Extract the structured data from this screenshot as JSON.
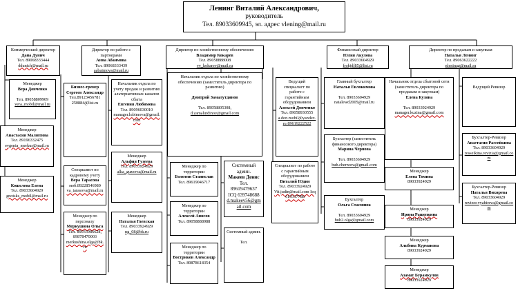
{
  "ceo": {
    "name": "Ленинг Виталий Александрович,",
    "role": "руководитель",
    "contact": "Тел. 89033609945, эл. адрес vlening@mail.ru"
  },
  "directors": [
    {
      "title": "Коммерческий директор",
      "name": "Дана Дунич",
      "phone": "Тел. 89068333444",
      "email": "ddunich@mail.ru"
    },
    {
      "title": "Директор по работе с партнерами",
      "name": "Анна Абаимова",
      "phone": "Тел. 89068333439",
      "email": "aabaimova@mail.ru"
    },
    {
      "title": "Директор по хозяйственному обеспечению",
      "name": "Владимир Кокарев",
      "phone": "Тел. 89058888008",
      "email": "vv_kokarev@mail.ru"
    },
    {
      "title": "Финансовый директор",
      "name": "Юлия Акулова",
      "phone": "Тел. 89033604929",
      "email": "frokjdf85@list.ru"
    },
    {
      "title": "Директор по продажам и закупкам",
      "name": "Наталья Ленинг",
      "phone": "Тел. 89063622222",
      "email": "nleninag@mail.ru"
    }
  ],
  "staff": {
    "c1a": {
      "title": "Менеджер",
      "name": "Вера Донченко",
      "phone": "Тел. 89058809909",
      "email": "vera_mobil@mail.ru"
    },
    "c1b": {
      "title": "Менеджер",
      "name": "Анастасия Малютина",
      "phone": "Тел. 89196332475",
      "email": "evgenia_merkur@mail.ru"
    },
    "c1c": {
      "title": "Менеджер",
      "name": "Кошелева Елена",
      "phone": "Тел. 89033604929",
      "email": "gnotsks_mobil@mail.ru"
    },
    "c2a": {
      "title": "Бизнес-тренер",
      "name": "Сергеев Александр",
      "phone": "Тел.89123456781",
      "email": "250884@list.ru"
    },
    "c2b": {
      "title": "Специалист по кадровому учету",
      "name": "Вера Тарасова",
      "phone": "моб.89228546980",
      "email": "va_tarasova@mail.ru"
    },
    "c2c": {
      "title": "Менеджер по персоналу",
      "name": "Меркушина Ольга",
      "phone": "Тел. 89033986628, 89878470003",
      "email": "merkushina.olga@bk.ru"
    },
    "c2d": {
      "title": "Начальник отдела по учету продаж и развитию альтернативных каналов сбыта",
      "name": "Евгения Любимова",
      "phone": "Тел. 89096030010",
      "email": "manager.lubimova@gmail.com"
    },
    "c2e": {
      "title": "Менеджер",
      "name": "Альфия Гузеева",
      "phone": "Тел. 89033924929",
      "email": "alka_guzeeva@mail.ru"
    },
    "c2f": {
      "title": "Менеджер",
      "name": "Наталья Гаевская",
      "phone": "Тел. 89033924929",
      "email": "ng_08@bk.ru"
    },
    "c3a": {
      "title": "Начальник отдела по хозяйственному обеспечению (заместитель директора по развитию)",
      "name": "Дмитрий Замалутдинов",
      "phone": "Тел. 89058805308,",
      "email": "d.zamalutdinov@gmail.com"
    },
    "c3b": {
      "title": "Менеджер по территории",
      "name": "Болотин Станислав",
      "phone": "Тел. 89619046717",
      "email": ""
    },
    "c3c": {
      "title": "Менеджер по территории",
      "name": "Алексей Анисов",
      "phone": "Тел. 89058888988",
      "email": ""
    },
    "c3d": {
      "title": "Менеджер по территории",
      "name": "Востриков Александр",
      "phone": "Тел. 89878618354",
      "email": ""
    },
    "c3e": {
      "title": "Системный админ.",
      "name": "Макеев Денис",
      "phone": "Тел. 89619479637 ICQ 639748688",
      "email": "d.makeev56@gmail.com"
    },
    "c3f": {
      "title": "Системный админ.",
      "name": "",
      "phone": "Тел.",
      "email": ""
    },
    "c4a": {
      "title": "Ведущий специалист по работе с гарантийным оборудованием",
      "name": "Алексей Донченко",
      "phone": "Тел. 89058930555",
      "email": "a.don.mobil@yandex.ru 89619222522"
    },
    "c4b": {
      "title": "Специалист по работе с гарантийным оборудованием",
      "name": "Виталий Юдин",
      "phone": "Тел. 89033924929",
      "email": "Vit.judin@mail.com Icq 619317788"
    },
    "c4c": {
      "title": "Главный бухгалтер",
      "name": "Наталья Евлокимова",
      "phone": "Тел. 89033604929",
      "email": "natalewd2005@mail.ru"
    },
    "c4d": {
      "title": "Бухгалтер (заместитель финансового директора)",
      "name": "Марина Чернова",
      "phone": "Тел. 89033604929",
      "email": "buh.chernova@gmail.com"
    },
    "c4e": {
      "title": "Бухгалтер",
      "name": "Ольга Стасинюк",
      "phone": "Тел. 89033604929",
      "email": "buh2.olga@gmail.com"
    },
    "c5a": {
      "title": "Начальник отдела сбытовой сети (заместитель директора по продажам и закупкам)",
      "name": "Елена Кузина",
      "phone": "Тел. 89033924929",
      "email": "manager.kuzina@gmail.com"
    },
    "c5b": {
      "title": "Менеджер",
      "name": "Елена Томина",
      "phone": "89033924929",
      "email": ""
    },
    "c5c": {
      "title": "Менеджер",
      "name": "Ирина Ращепкина",
      "phone": "89033924929",
      "email": ""
    },
    "c5d": {
      "title": "Менеджер",
      "name": "Альбина Курмакова",
      "phone": "89033924929",
      "email": ""
    },
    "c5e": {
      "title": "Менеджер",
      "name": "Азамат Бурамкулов",
      "phone": "89033924929",
      "email": ""
    },
    "c5f": {
      "title": "Ведущий Ревизор",
      "name": "",
      "phone": "",
      "email": ""
    },
    "c5g": {
      "title": "Бухгалтер-Ревизор",
      "name": "Анастасия Рассейкина",
      "phone": "Тел. 89033604929",
      "email": "rosseikina.revizia@gmail.com"
    },
    "c5h": {
      "title": "Бухгалтер-Ревизор",
      "name": "Наталья Вихирева",
      "phone": "Тел. 89033604929",
      "email": "revizor.vyahireva@gmail.com"
    }
  }
}
